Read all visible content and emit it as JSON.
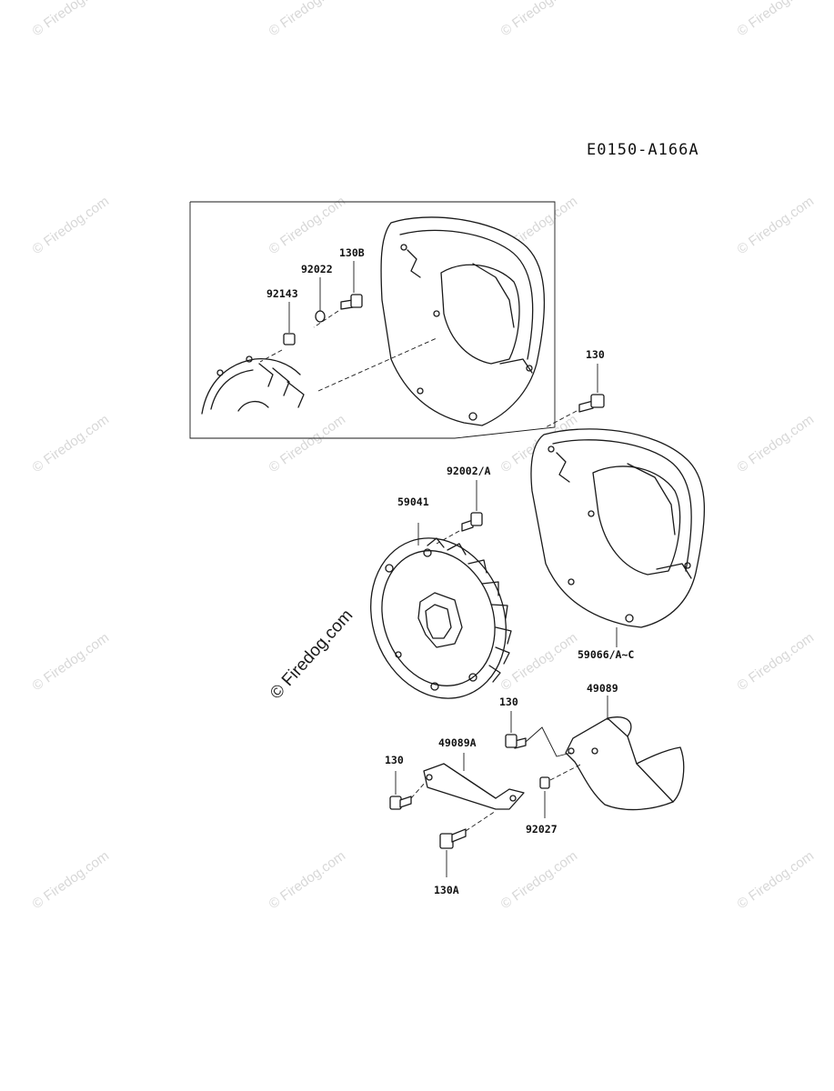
{
  "diagram_code": "E0150-A166A",
  "watermark": "© Firedog.com",
  "watermark_main": "© Firedog.com",
  "labels": {
    "p130b": "130B",
    "p92022": "92022",
    "p92143": "92143",
    "p130_top": "130",
    "p92002a": "92002/A",
    "p59041": "59041",
    "p59066": "59066/A~C",
    "p130_mid": "130",
    "p49089": "49089",
    "p49089a": "49089A",
    "p130_left": "130",
    "p92027": "92027",
    "p130a": "130A"
  },
  "colors": {
    "ink": "#1a1a1a",
    "watermark": "#b8b8b8",
    "background": "#ffffff"
  }
}
